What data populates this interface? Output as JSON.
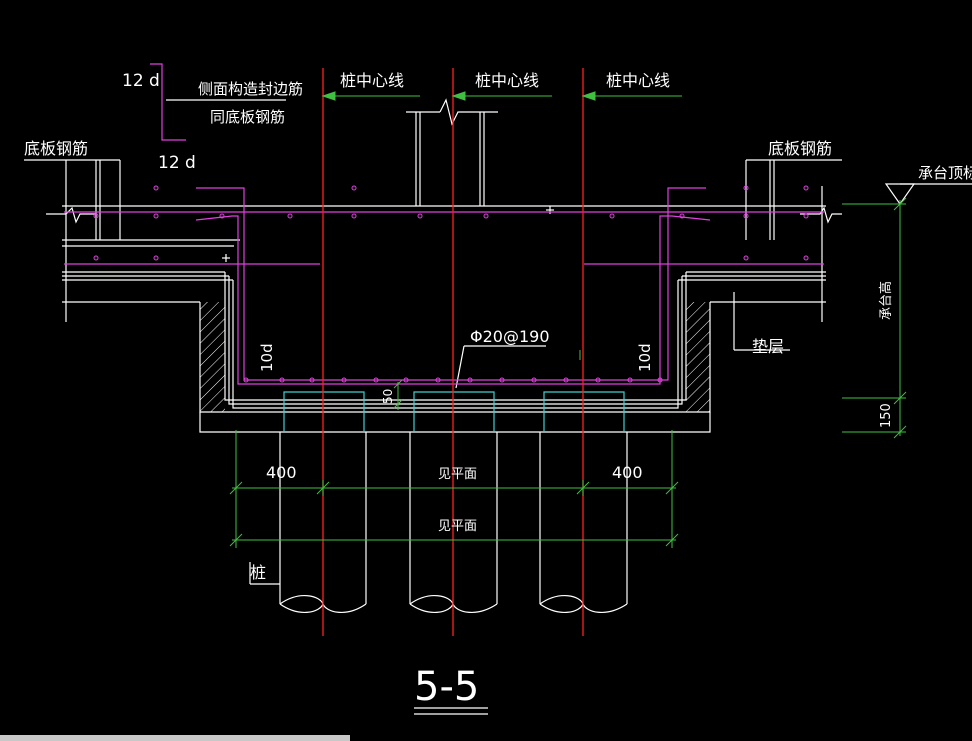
{
  "labels": {
    "side_closing_rebar_line1": "侧面构造封边筋",
    "side_closing_rebar_line2": "同底板钢筋",
    "lap_top": "12 d",
    "lap_bottom": "12 d",
    "pile_center_left": "桩中心线",
    "pile_center_mid": "桩中心线",
    "pile_center_right": "桩中心线",
    "slab_rebar_left": "底板钢筋",
    "slab_rebar_right": "底板钢筋",
    "cap_top_elevation": "承台顶标高",
    "cap_height": "承台高",
    "rebar_spec": "Φ20@190",
    "anchor_left": "10d",
    "anchor_right": "10d",
    "cushion": "垫层",
    "cover_50": "50",
    "cushion_150": "150",
    "dim_400_left": "400",
    "dim_400_right": "400",
    "see_plan_1": "见平面",
    "see_plan_2": "见平面",
    "pile": "桩",
    "section_title": "5-5"
  },
  "colors": {
    "background": "#000000",
    "outline": "#ffffff",
    "center_line": "#ff2020",
    "rebar": "#e040e0",
    "dimension": "#40c040",
    "pile_rebar": "#40d0d0",
    "hatch": "#ffffff"
  }
}
